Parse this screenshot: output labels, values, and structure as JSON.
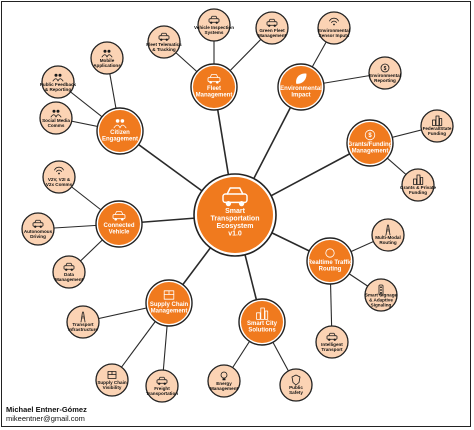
{
  "center": {
    "title_lines": [
      "Smart",
      "Transportation",
      "Ecosystem",
      "v1.0"
    ],
    "icon": "car-icon"
  },
  "colors": {
    "hub": "#f07a1e",
    "leaf_fill": "#fbd3b4",
    "ring": "#222222",
    "line": "#2a2a2a"
  },
  "hubs": [
    {
      "id": "fleet",
      "label_lines": [
        "Fleet",
        "Management"
      ],
      "icon": "truck-icon",
      "leaves": [
        {
          "label_lines": [
            "Vehicle Inspection",
            "Systems"
          ],
          "icon": "truck-check-icon"
        },
        {
          "label_lines": [
            "Fleet Telematics",
            "& Tracking"
          ],
          "icon": "bus-icon"
        },
        {
          "label_lines": [
            "Green Fleet",
            "Management"
          ],
          "icon": "green-truck-icon"
        }
      ]
    },
    {
      "id": "environmental",
      "label_lines": [
        "Environmental",
        "Impact"
      ],
      "icon": "leaf-icon",
      "leaves": [
        {
          "label_lines": [
            "Environmental",
            "Sensor Inputs"
          ],
          "icon": "cloud-sensor-icon"
        },
        {
          "label_lines": [
            "Environmental",
            "Reporting"
          ],
          "icon": "co2-icon"
        }
      ]
    },
    {
      "id": "grants",
      "label_lines": [
        "Grants/Funding",
        "Management"
      ],
      "icon": "money-hand-icon",
      "leaves": [
        {
          "label_lines": [
            "Federal/State",
            "Funding"
          ],
          "icon": "government-building-icon"
        },
        {
          "label_lines": [
            "Grants & Private",
            "Funding"
          ],
          "icon": "factory-icon"
        }
      ]
    },
    {
      "id": "traffic",
      "label_lines": [
        "Realtime Traffic",
        "Routing"
      ],
      "icon": "traffic-icon",
      "leaves": [
        {
          "label_lines": [
            "Multi-Modal",
            "Routing"
          ],
          "icon": "route-icon"
        },
        {
          "label_lines": [
            "Smart Signage",
            "& Adaptive",
            "Signaling"
          ],
          "icon": "traffic-light-icon"
        },
        {
          "label_lines": [
            "Intelligent",
            "Transport"
          ],
          "icon": "car-connected-icon"
        }
      ]
    },
    {
      "id": "smartcity",
      "label_lines": [
        "Smart City",
        "Solutions"
      ],
      "icon": "city-icon",
      "leaves": [
        {
          "label_lines": [
            "Energy",
            "Management"
          ],
          "icon": "bulb-icon"
        },
        {
          "label_lines": [
            "Public",
            "Safety"
          ],
          "icon": "shield-hand-icon"
        }
      ]
    },
    {
      "id": "supply",
      "label_lines": [
        "Supply Chain",
        "Management"
      ],
      "icon": "package-icon",
      "leaves": [
        {
          "label_lines": [
            "Transport",
            "Infrastructure"
          ],
          "icon": "road-icon"
        },
        {
          "label_lines": [
            "Supply Chain",
            "Visibility"
          ],
          "icon": "boxes-icon"
        },
        {
          "label_lines": [
            "Freight",
            "Transportation"
          ],
          "icon": "freight-truck-icon"
        }
      ]
    },
    {
      "id": "connected",
      "label_lines": [
        "Connected",
        "Vehicle"
      ],
      "icon": "connected-car-icon",
      "leaves": [
        {
          "label_lines": [
            "V2V, V2I &",
            "V2x Comms"
          ],
          "icon": "antenna-icon"
        },
        {
          "label_lines": [
            "Autonomous",
            "Driving"
          ],
          "icon": "autonomous-car-icon"
        },
        {
          "label_lines": [
            "Data",
            "Management"
          ],
          "icon": "laptop-car-icon"
        }
      ]
    },
    {
      "id": "citizen",
      "label_lines": [
        "Citizen",
        "Engagement"
      ],
      "icon": "people-icon",
      "leaves": [
        {
          "label_lines": [
            "Mobile",
            "Applications"
          ],
          "icon": "phone-icon"
        },
        {
          "label_lines": [
            "Public Feedback",
            "& Reporting"
          ],
          "icon": "feedback-icon"
        },
        {
          "label_lines": [
            "Social Media",
            "Comms"
          ],
          "icon": "social-icon"
        }
      ]
    }
  ],
  "author": {
    "name": "Michael Entner-Gómez",
    "email": "mikeentner@gmail.com"
  }
}
